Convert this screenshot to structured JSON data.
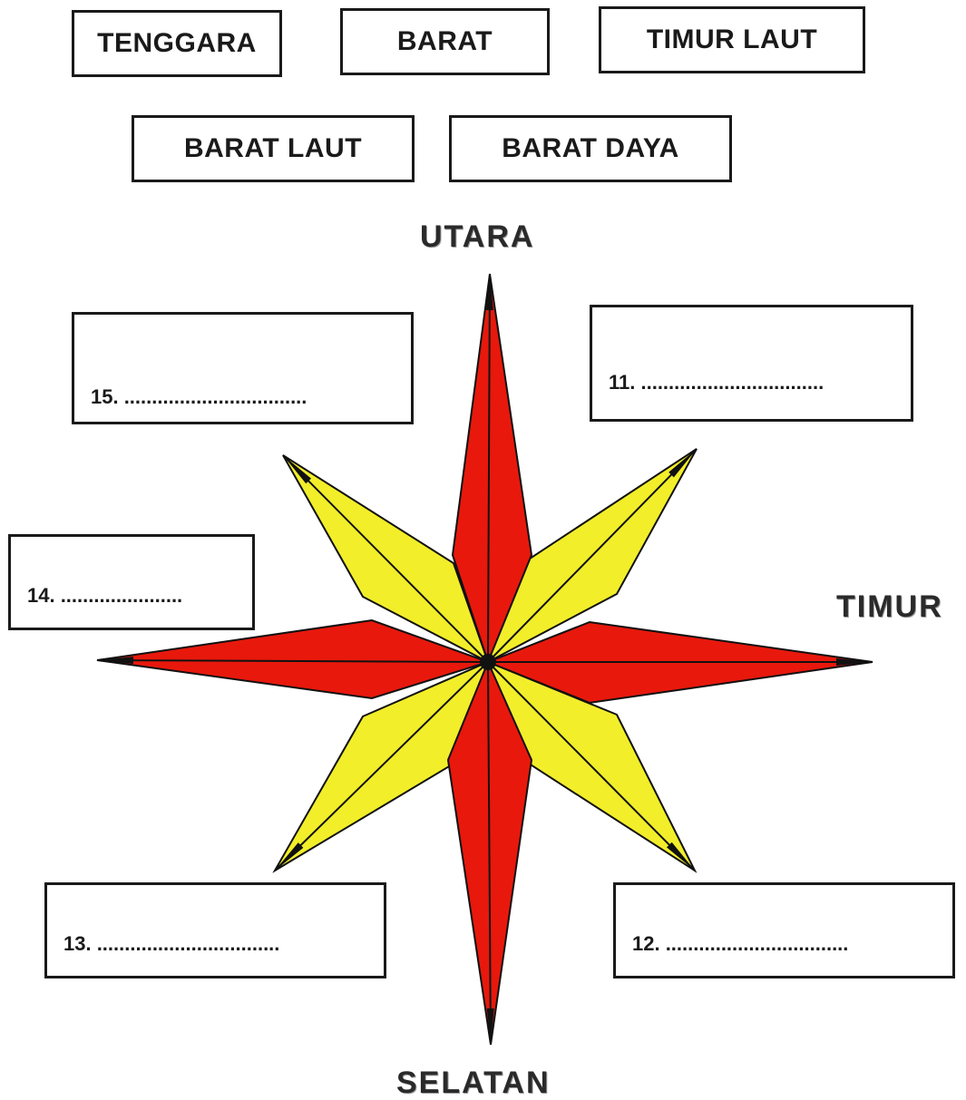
{
  "word_bank": {
    "w1": "TENGGARA",
    "w2": "BARAT",
    "w3": "TIMUR LAUT",
    "w4": "BARAT LAUT",
    "w5": "BARAT DAYA"
  },
  "directions": {
    "north": "UTARA",
    "east": "TIMUR",
    "south": "SELATAN"
  },
  "answers": {
    "q11": "11. .................................",
    "q12": "12. .................................",
    "q13": "13. .................................",
    "q14": "14. ......................",
    "q15": "15. ................................."
  },
  "colors": {
    "cardinal_point": "#e8180c",
    "intercardinal_point": "#f2ee2a",
    "outline": "#111111"
  }
}
